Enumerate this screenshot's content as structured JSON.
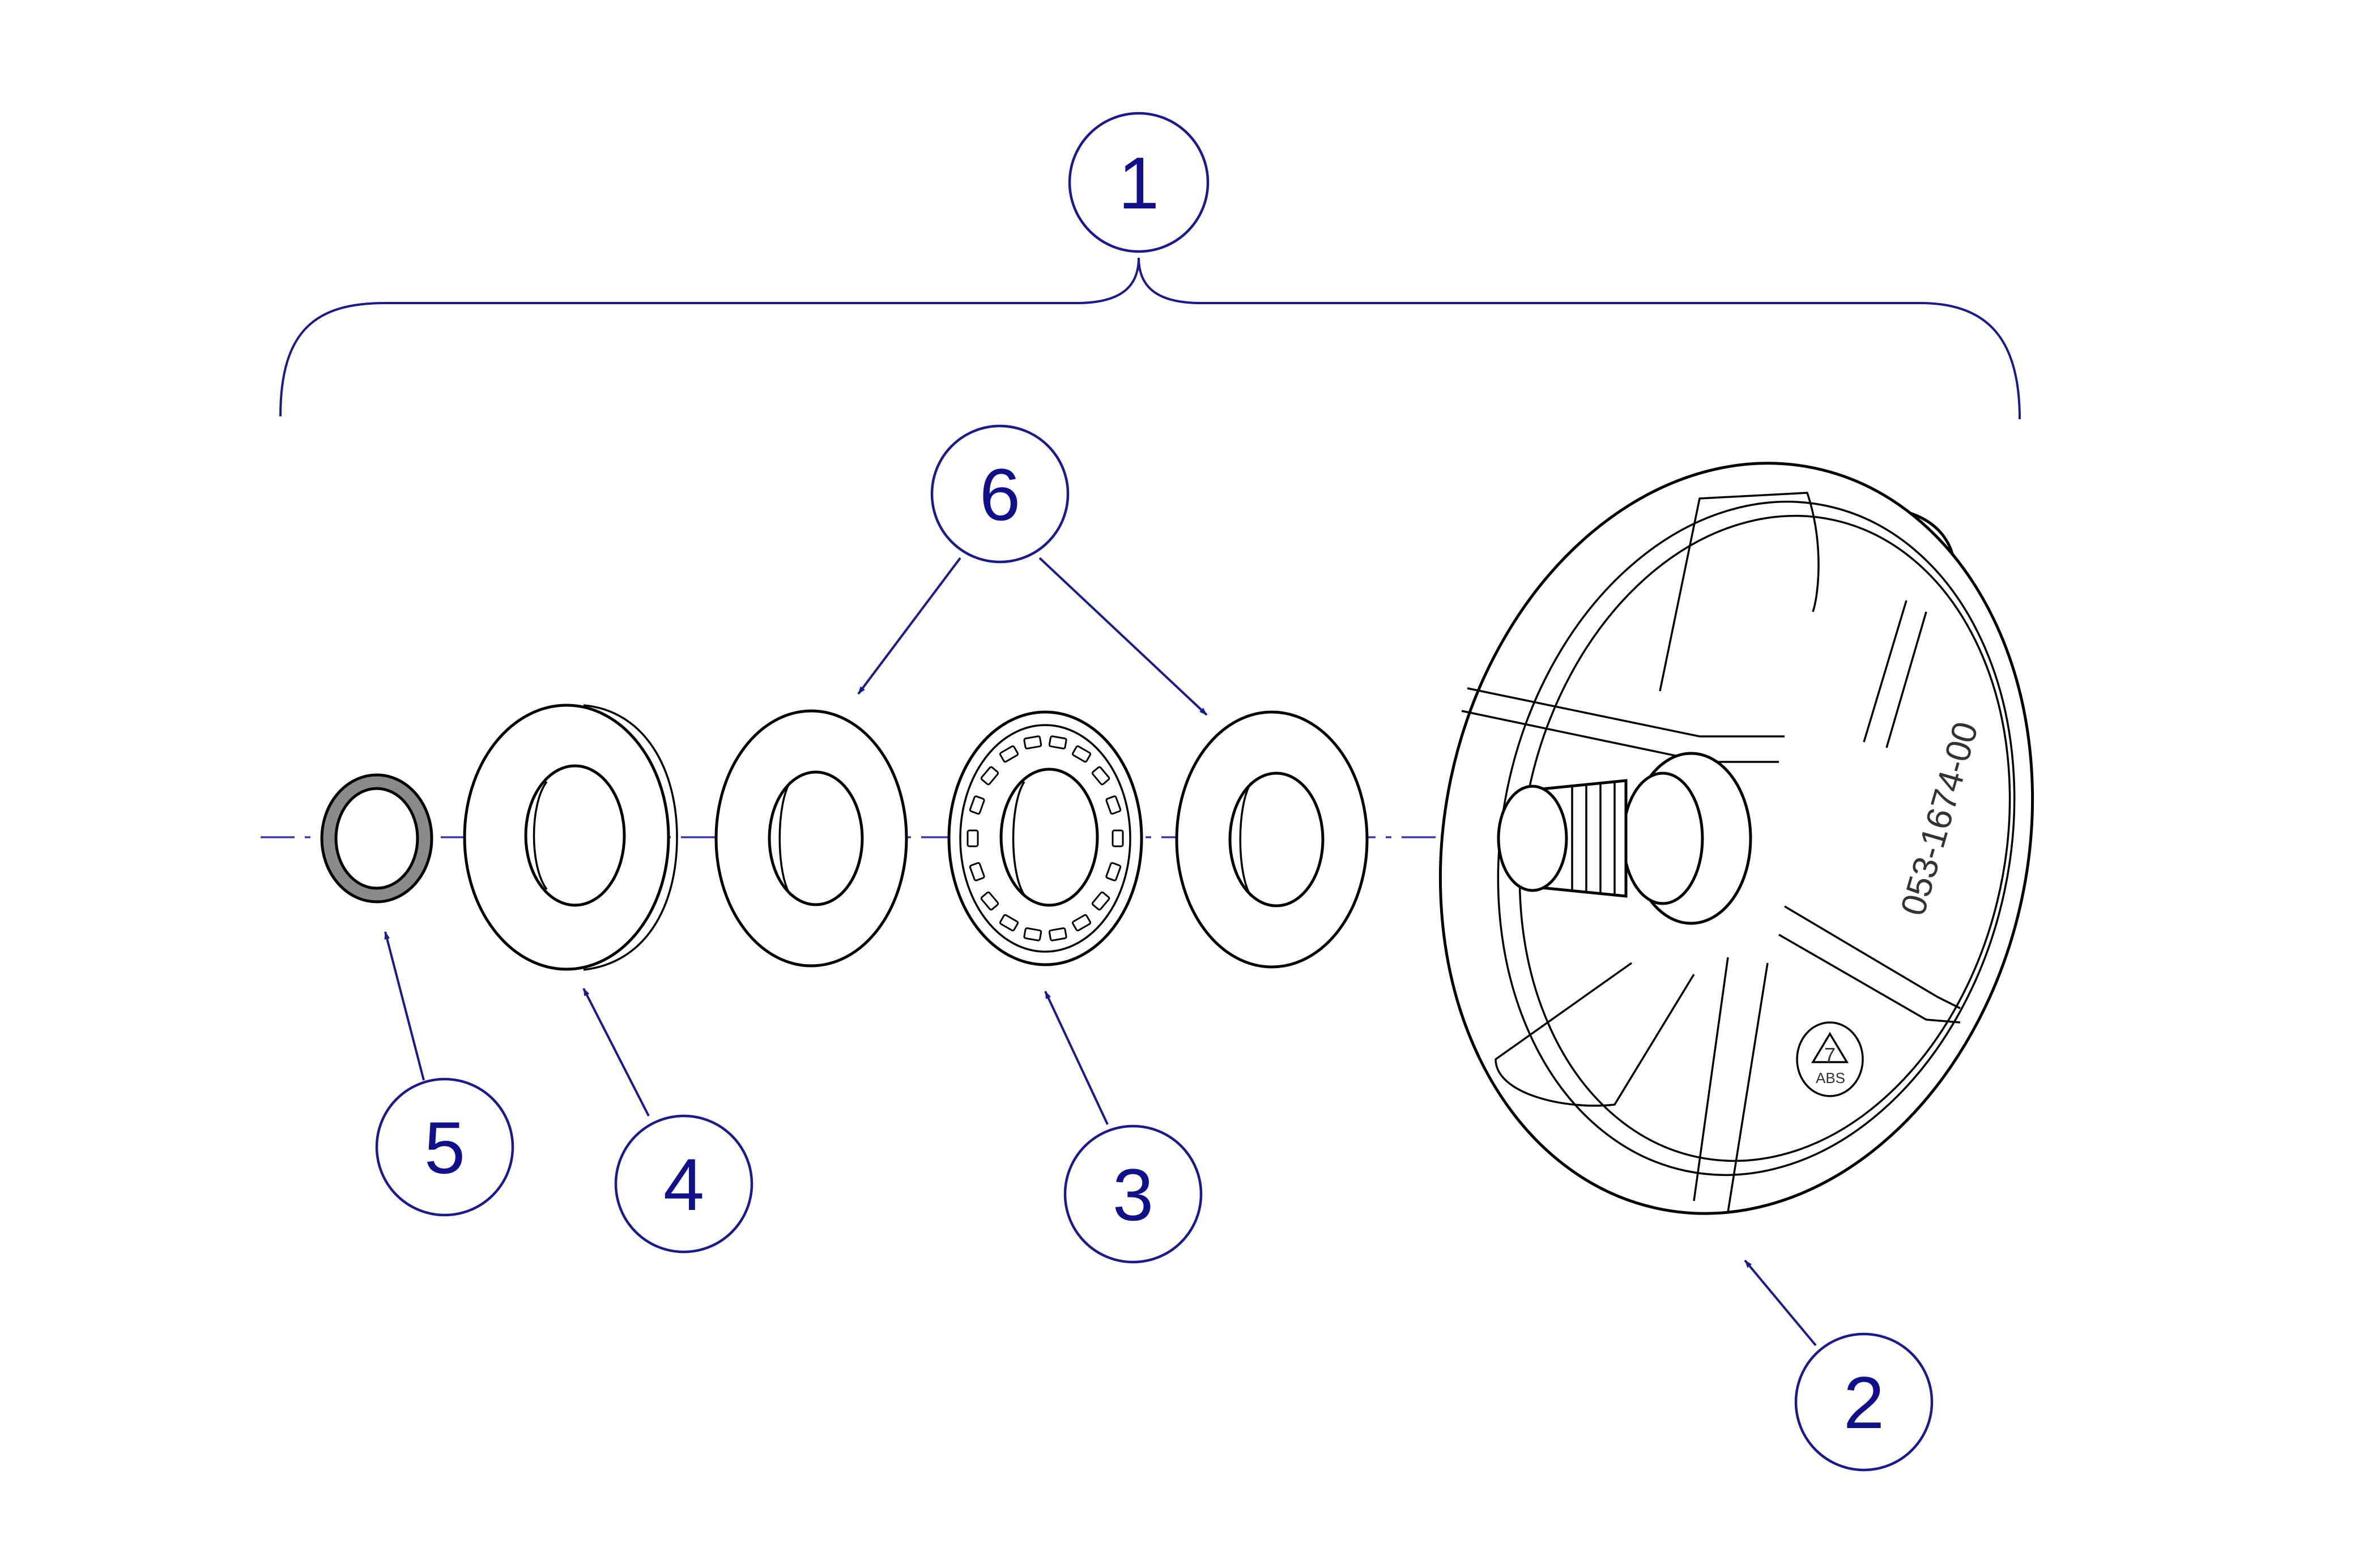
{
  "callouts": {
    "c1": "1",
    "c2": "2",
    "c3": "3",
    "c4": "4",
    "c5": "5",
    "c6": "6"
  },
  "part_markings": {
    "part_number": "053-1674-00",
    "material": "ABS",
    "recycle_code": "7"
  },
  "colors": {
    "callout": "#10108a",
    "lines": "#000000",
    "o_ring_fill": "#8a8a8a",
    "background": "#ffffff"
  }
}
